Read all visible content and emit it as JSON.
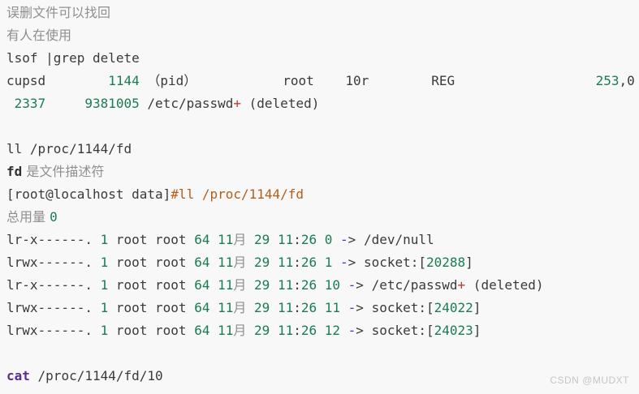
{
  "page": {
    "background": "#f8f8f8",
    "watermark": "CSDN @MUDXT"
  },
  "colors": {
    "plain": "#3a3a3a",
    "comment_gray": "#8f8f8f",
    "number_teal": "#1a7c53",
    "red": "#bf3b30",
    "blue": "#3636d8",
    "orange": "#b25d1a",
    "purple": "#5c2d91",
    "watermark_gray": "#c6c6c6"
  },
  "code": {
    "lines": [
      {
        "segments": [
          {
            "text": "误删文件可以找回",
            "style": "comment"
          }
        ]
      },
      {
        "segments": [
          {
            "text": "有人在使用",
            "style": "comment"
          }
        ]
      },
      {
        "segments": [
          {
            "text": "lsof |grep delete",
            "style": "plain"
          }
        ]
      },
      {
        "segments": [
          {
            "text": "cupsd        ",
            "style": "plain"
          },
          {
            "text": "1144",
            "style": "num"
          },
          {
            "text": " （pid）           root    10r        REG                  ",
            "style": "plain"
          },
          {
            "text": "253",
            "style": "num"
          },
          {
            "text": ",0",
            "style": "plain"
          }
        ]
      },
      {
        "segments": [
          {
            "text": " ",
            "style": "plain"
          },
          {
            "text": "2337",
            "style": "num"
          },
          {
            "text": "     ",
            "style": "plain"
          },
          {
            "text": "9381005",
            "style": "num"
          },
          {
            "text": " /etc/passwd",
            "style": "plain"
          },
          {
            "text": "+",
            "style": "red"
          },
          {
            "text": " (deleted)",
            "style": "plain"
          }
        ]
      },
      {
        "segments": []
      },
      {
        "segments": [
          {
            "text": "ll /proc/1144/fd",
            "style": "plain"
          }
        ]
      },
      {
        "segments": [
          {
            "text": "fd",
            "style": "bold"
          },
          {
            "text": " 是文件描述符",
            "style": "comment"
          }
        ]
      },
      {
        "segments": [
          {
            "text": "[root@localhost data]",
            "style": "plain"
          },
          {
            "text": "#ll /proc/1144/fd",
            "style": "orange"
          }
        ]
      },
      {
        "segments": [
          {
            "text": "总用量 ",
            "style": "comment"
          },
          {
            "text": "0",
            "style": "num"
          }
        ]
      },
      {
        "segments": [
          {
            "text": "lr-x------. ",
            "style": "plain"
          },
          {
            "text": "1",
            "style": "num"
          },
          {
            "text": " root root ",
            "style": "plain"
          },
          {
            "text": "64",
            "style": "num"
          },
          {
            "text": " ",
            "style": "plain"
          },
          {
            "text": "11",
            "style": "num"
          },
          {
            "text": "月",
            "style": "comment"
          },
          {
            "text": " ",
            "style": "plain"
          },
          {
            "text": "29",
            "style": "num"
          },
          {
            "text": " ",
            "style": "plain"
          },
          {
            "text": "11",
            "style": "num"
          },
          {
            "text": ":",
            "style": "plain"
          },
          {
            "text": "26",
            "style": "num"
          },
          {
            "text": " ",
            "style": "plain"
          },
          {
            "text": "0",
            "style": "num"
          },
          {
            "text": " ",
            "style": "plain"
          },
          {
            "text": "-",
            "style": "blue"
          },
          {
            "text": "> /dev/null",
            "style": "plain"
          }
        ]
      },
      {
        "segments": [
          {
            "text": "lrwx------. ",
            "style": "plain"
          },
          {
            "text": "1",
            "style": "num"
          },
          {
            "text": " root root ",
            "style": "plain"
          },
          {
            "text": "64",
            "style": "num"
          },
          {
            "text": " ",
            "style": "plain"
          },
          {
            "text": "11",
            "style": "num"
          },
          {
            "text": "月",
            "style": "comment"
          },
          {
            "text": " ",
            "style": "plain"
          },
          {
            "text": "29",
            "style": "num"
          },
          {
            "text": " ",
            "style": "plain"
          },
          {
            "text": "11",
            "style": "num"
          },
          {
            "text": ":",
            "style": "plain"
          },
          {
            "text": "26",
            "style": "num"
          },
          {
            "text": " ",
            "style": "plain"
          },
          {
            "text": "1",
            "style": "num"
          },
          {
            "text": " ",
            "style": "plain"
          },
          {
            "text": "-",
            "style": "blue"
          },
          {
            "text": "> socket:[",
            "style": "plain"
          },
          {
            "text": "20288",
            "style": "num"
          },
          {
            "text": "]",
            "style": "plain"
          }
        ]
      },
      {
        "segments": [
          {
            "text": "lr-x------. ",
            "style": "plain"
          },
          {
            "text": "1",
            "style": "num"
          },
          {
            "text": " root root ",
            "style": "plain"
          },
          {
            "text": "64",
            "style": "num"
          },
          {
            "text": " ",
            "style": "plain"
          },
          {
            "text": "11",
            "style": "num"
          },
          {
            "text": "月",
            "style": "comment"
          },
          {
            "text": " ",
            "style": "plain"
          },
          {
            "text": "29",
            "style": "num"
          },
          {
            "text": " ",
            "style": "plain"
          },
          {
            "text": "11",
            "style": "num"
          },
          {
            "text": ":",
            "style": "plain"
          },
          {
            "text": "26",
            "style": "num"
          },
          {
            "text": " ",
            "style": "plain"
          },
          {
            "text": "10",
            "style": "num"
          },
          {
            "text": " ",
            "style": "plain"
          },
          {
            "text": "-",
            "style": "blue"
          },
          {
            "text": "> /etc/passwd",
            "style": "plain"
          },
          {
            "text": "+",
            "style": "red"
          },
          {
            "text": " (deleted)",
            "style": "plain"
          }
        ]
      },
      {
        "segments": [
          {
            "text": "lrwx------. ",
            "style": "plain"
          },
          {
            "text": "1",
            "style": "num"
          },
          {
            "text": " root root ",
            "style": "plain"
          },
          {
            "text": "64",
            "style": "num"
          },
          {
            "text": " ",
            "style": "plain"
          },
          {
            "text": "11",
            "style": "num"
          },
          {
            "text": "月",
            "style": "comment"
          },
          {
            "text": " ",
            "style": "plain"
          },
          {
            "text": "29",
            "style": "num"
          },
          {
            "text": " ",
            "style": "plain"
          },
          {
            "text": "11",
            "style": "num"
          },
          {
            "text": ":",
            "style": "plain"
          },
          {
            "text": "26",
            "style": "num"
          },
          {
            "text": " ",
            "style": "plain"
          },
          {
            "text": "11",
            "style": "num"
          },
          {
            "text": " ",
            "style": "plain"
          },
          {
            "text": "-",
            "style": "blue"
          },
          {
            "text": "> socket:[",
            "style": "plain"
          },
          {
            "text": "24022",
            "style": "num"
          },
          {
            "text": "]",
            "style": "plain"
          }
        ]
      },
      {
        "segments": [
          {
            "text": "lrwx------. ",
            "style": "plain"
          },
          {
            "text": "1",
            "style": "num"
          },
          {
            "text": " root root ",
            "style": "plain"
          },
          {
            "text": "64",
            "style": "num"
          },
          {
            "text": " ",
            "style": "plain"
          },
          {
            "text": "11",
            "style": "num"
          },
          {
            "text": "月",
            "style": "comment"
          },
          {
            "text": " ",
            "style": "plain"
          },
          {
            "text": "29",
            "style": "num"
          },
          {
            "text": " ",
            "style": "plain"
          },
          {
            "text": "11",
            "style": "num"
          },
          {
            "text": ":",
            "style": "plain"
          },
          {
            "text": "26",
            "style": "num"
          },
          {
            "text": " ",
            "style": "plain"
          },
          {
            "text": "12",
            "style": "num"
          },
          {
            "text": " ",
            "style": "plain"
          },
          {
            "text": "-",
            "style": "blue"
          },
          {
            "text": "> socket:[",
            "style": "plain"
          },
          {
            "text": "24023",
            "style": "num"
          },
          {
            "text": "]",
            "style": "plain"
          }
        ]
      },
      {
        "segments": []
      },
      {
        "segments": [
          {
            "text": "cat",
            "style": "purple"
          },
          {
            "text": " /proc/1144/fd/10",
            "style": "plain"
          }
        ]
      }
    ]
  }
}
